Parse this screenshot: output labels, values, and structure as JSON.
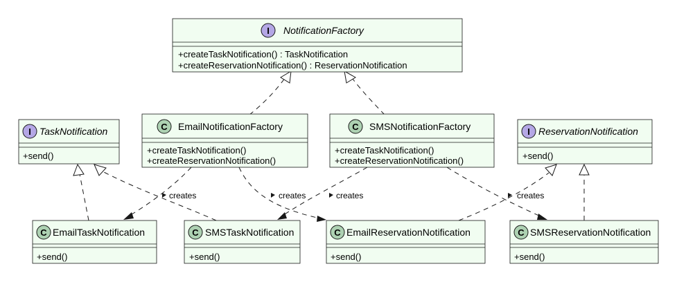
{
  "diagram": {
    "colors": {
      "class_fill": "#f1fdf1",
      "stroke": "#181818",
      "interface_badge": "#b4a7e5",
      "class_badge": "#add1b2"
    },
    "nodes": {
      "notification_factory": {
        "badge": "I",
        "name": "NotificationFactory",
        "methods": [
          "+createTaskNotification() : TaskNotification",
          "+createReservationNotification() : ReservationNotification"
        ]
      },
      "email_notification_factory": {
        "badge": "C",
        "name": "EmailNotificationFactory",
        "methods": [
          "+createTaskNotification()",
          "+createReservationNotification()"
        ]
      },
      "sms_notification_factory": {
        "badge": "C",
        "name": "SMSNotificationFactory",
        "methods": [
          "+createTaskNotification()",
          "+createReservationNotification()"
        ]
      },
      "task_notification": {
        "badge": "I",
        "name": "TaskNotification",
        "methods": [
          "+send()"
        ]
      },
      "reservation_notification": {
        "badge": "I",
        "name": "ReservationNotification",
        "methods": [
          "+send()"
        ]
      },
      "email_task_notification": {
        "badge": "C",
        "name": "EmailTaskNotification",
        "methods": [
          "+send()"
        ]
      },
      "sms_task_notification": {
        "badge": "C",
        "name": "SMSTaskNotification",
        "methods": [
          "+send()"
        ]
      },
      "email_reservation_notification": {
        "badge": "C",
        "name": "EmailReservationNotification",
        "methods": [
          "+send()"
        ]
      },
      "sms_reservation_notification": {
        "badge": "C",
        "name": "SMSReservationNotification",
        "methods": [
          "+send()"
        ]
      }
    },
    "edge_labels": [
      "creates",
      "creates",
      "creates",
      "creates"
    ]
  }
}
